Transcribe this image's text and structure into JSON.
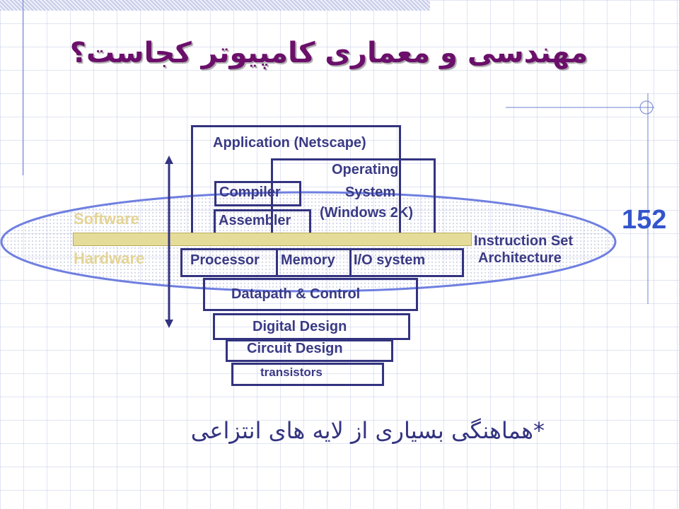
{
  "title": "مهندسی و معماری کامپیوتر کجاست؟",
  "page_number": "152",
  "diagram": {
    "application": "Application (Netscape)",
    "os_line1": "Operating",
    "os_line2": "System",
    "os_line3": "(Windows 2K)",
    "compiler": "Compiler",
    "assembler": "Assembler",
    "software": "Software",
    "hardware": "Hardware",
    "isa_line1": "Instruction Set",
    "isa_line2": "Architecture",
    "processor": "Processor",
    "memory": "Memory",
    "io": "I/O system",
    "datapath": "Datapath & Control",
    "digital": "Digital Design",
    "circuit": "Circuit Design",
    "transistors": "transistors"
  },
  "footer": "*هماهنگی بسیاری از لایه های انتزاعی",
  "colors": {
    "title": "#6b0f6b",
    "box": "#333380",
    "ellipse": "#6f7fe0",
    "isa_bar": "#e6dc9a",
    "page_number": "#3355cc"
  }
}
